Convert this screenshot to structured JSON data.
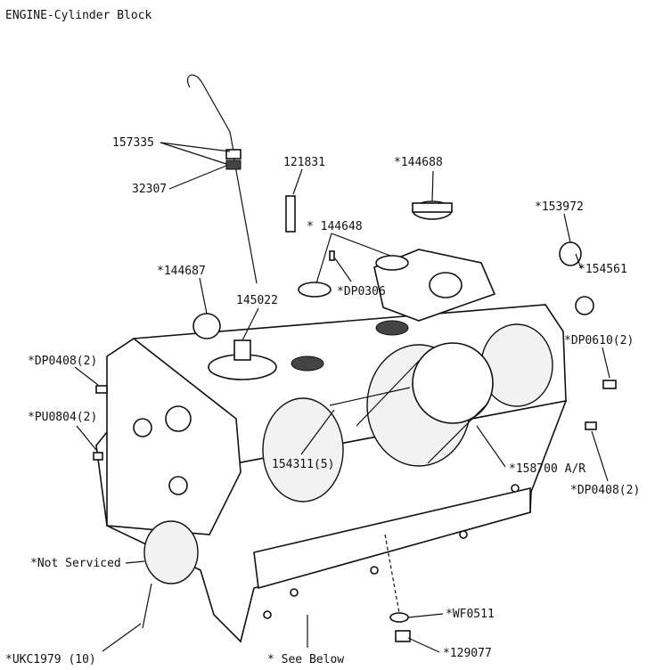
{
  "title": "ENGINE-Cylinder Block",
  "labels": {
    "p157335": "157335",
    "p32307": "32307",
    "p121831": "121831",
    "p144688": "*144688",
    "p144648": "* 144648",
    "p153972": "*153972",
    "p144687": "*144687",
    "p145022": "145022",
    "pDP0306": "*DP0306",
    "p154561": "*154561",
    "pDP0408a": "*DP0408(2)",
    "pDP0610": "*DP0610(2)",
    "pPU0804": "*PU0804(2)",
    "p154311": "154311(5)",
    "p158700": "*158700 A/R",
    "pDP0408b": "*DP0408(2)",
    "pNotServiced": "*Not Serviced",
    "pWF0511": "*WF0511",
    "pUKC1979": "*UKC1979 (10)",
    "pSeeBelow": "* See Below",
    "p129077": "*129077"
  }
}
